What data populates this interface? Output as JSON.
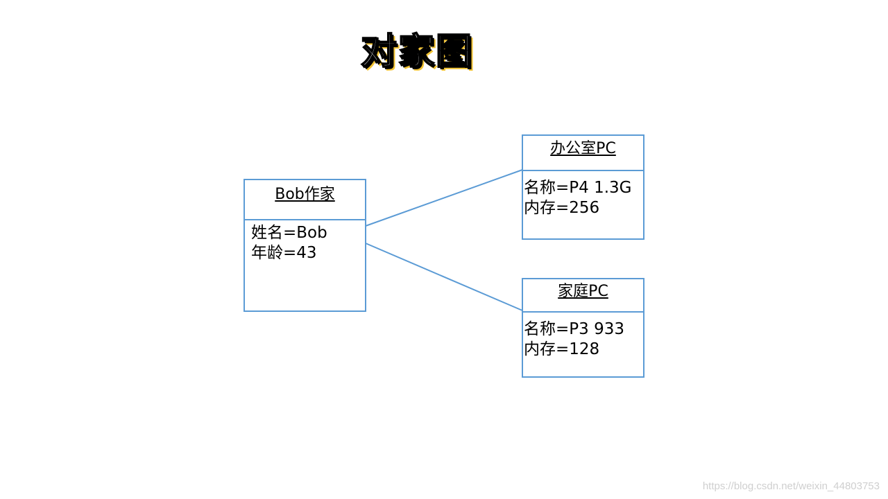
{
  "title": "对家图",
  "colors": {
    "box_border": "#5b9bd5",
    "link": "#5b9bd5",
    "title_shadow": "#f1c232"
  },
  "objects": {
    "bob": {
      "name": "Bob作家",
      "attributes": [
        "姓名=Bob",
        "年龄=43"
      ]
    },
    "office_pc": {
      "name": "办公室PC",
      "attributes": [
        "名称=P4 1.3G",
        "内存=256"
      ]
    },
    "home_pc": {
      "name": "家庭PC",
      "attributes": [
        "名称=P3 933",
        "内存=128"
      ]
    }
  },
  "watermark": "https://blog.csdn.net/weixin_44803753"
}
